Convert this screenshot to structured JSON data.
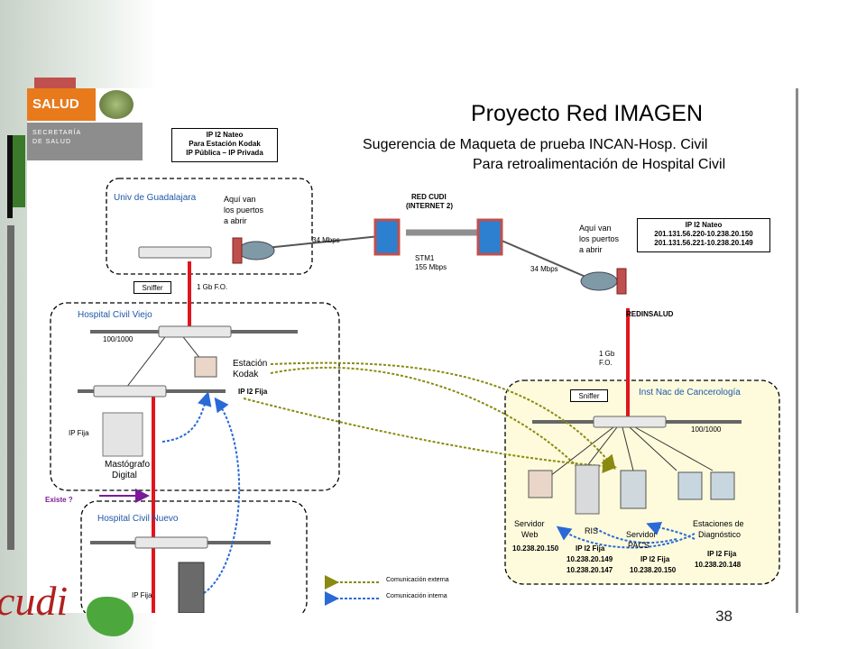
{
  "slide": {
    "page_number": "38",
    "cudi_logo_text": "cudi"
  },
  "logo": {
    "salud_label": "SALUD",
    "secretaria_line1": "SECRETARÍA",
    "secretaria_line2": "DE SALUD"
  },
  "header": {
    "title": "Proyecto Red IMAGEN",
    "subtitle_line1": "Sugerencia de Maqueta de prueba INCAN-Hosp. Civil",
    "subtitle_line2": "Para retroalimentación de Hospital Civil"
  },
  "nat_left_box": {
    "line1": "IP I2 Nateo",
    "line2": "Para Estación Kodak",
    "line3": "IP Pública – IP Privada"
  },
  "nat_right_box": {
    "line1": "IP I2 Nateo",
    "line2": "201.131.56.220-10.238.20.150",
    "line3": "201.131.56.221-10.238.20.149"
  },
  "udg": {
    "title": "Univ de Guadalajara",
    "ports_1": "Aquí van",
    "ports_2": "los puertos",
    "ports_3": "a abrir",
    "link": "34 Mbps"
  },
  "cudi": {
    "line1": "RED CUDI",
    "line2": "(INTERNET 2)",
    "stm_1": "STM1",
    "stm_2": "155 Mbps"
  },
  "redinsalud": {
    "ports_1": "Aquí van",
    "ports_2": "los puertos",
    "ports_3": "a abrir",
    "link": "34 Mbps",
    "name": "REDINSALUD",
    "fo_1": "1 Gb",
    "fo_2": "F.O."
  },
  "hcv": {
    "sniffer": "Sniffer",
    "fo": "1 Gb F.O.",
    "title": "Hospital Civil Viejo",
    "speed": "100/1000",
    "kodak_1": "Estación",
    "kodak_2": "Kodak",
    "kodak_ip": "IP I2 Fija",
    "ip_fija": "IP Fija",
    "masto_1": "Mastógrafo",
    "masto_2": "Digital"
  },
  "existe": "Existe ?",
  "hcn": {
    "title": "Hospital Civil Nuevo",
    "ip_fija": "IP Fija"
  },
  "incan": {
    "sniffer": "Sniffer",
    "title": "Inst Nac de Cancerología",
    "speed": "100/1000",
    "web_1": "Servidor",
    "web_2": "Web",
    "web_ip": "10.238.20.150",
    "ris": "RIS",
    "ris_ip_1": "IP I2 Fija",
    "ris_ip_2": "10.238.20.149",
    "ris_ip_3": "10.238.20.147",
    "pacs_1": "Servidor",
    "pacs_2": "PACS",
    "pacs_ip_1": "IP I2 Fija",
    "pacs_ip_2": "10.238.20.150",
    "est_1": "Estaciones de",
    "est_2": "Diagnóstico",
    "est_ip_1": "IP I2 Fija",
    "est_ip_2": "10.238.20.148"
  },
  "legend": {
    "externa": "Comunicación externa",
    "interna": "Comunicación interna"
  },
  "colors": {
    "red_link": "#e0151b",
    "external": "#8a8a10",
    "internal": "#2a6ad6",
    "purple": "#7a1a9a",
    "title_blue": "#1f57a8"
  }
}
